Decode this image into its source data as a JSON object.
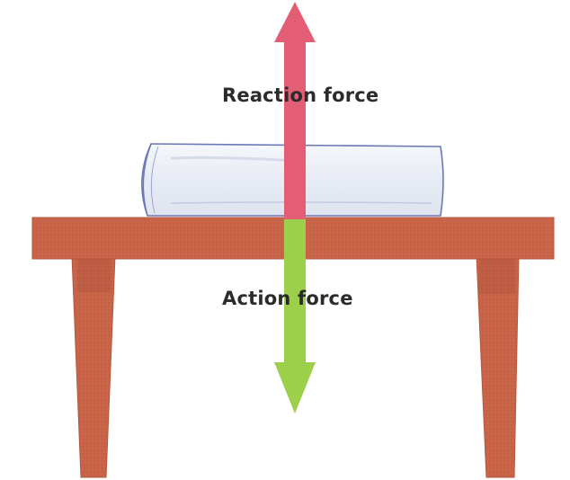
{
  "labels": {
    "reaction": "Reaction force",
    "action": "Action force"
  },
  "colors": {
    "table": "#c9664a",
    "table_shadow": "#b4553d",
    "book_cover": "#eef1f8",
    "book_outline": "#6b78b5",
    "reaction_arrow": "#e35d74",
    "action_arrow": "#9ccf4a"
  },
  "icons": {
    "reaction_arrow": "arrow-up",
    "action_arrow": "arrow-down"
  }
}
